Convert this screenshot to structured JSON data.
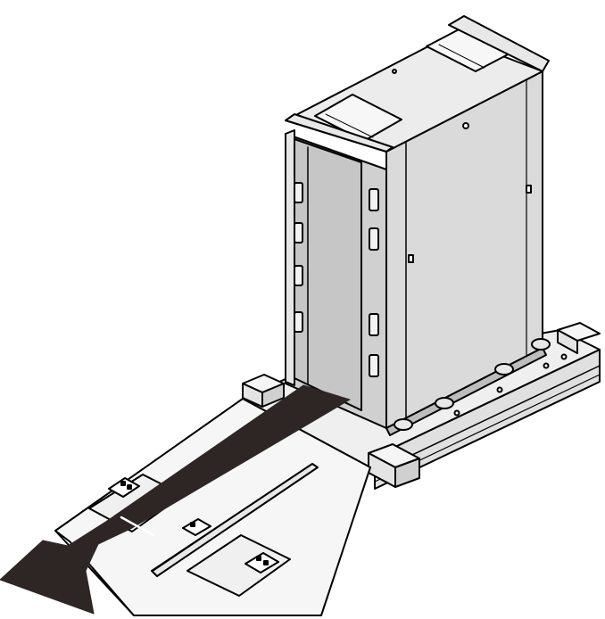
{
  "figure": {
    "subject": "rack-cabinet-on-shipping-pallet",
    "action": "roll-cabinet-down-ramp",
    "arrow_direction": "lower-left",
    "colors": {
      "outline": "#000000",
      "panel_light": "#e6e6e6",
      "panel_mid": "#cfcfcf",
      "panel_dark": "#bdbdbd",
      "pallet": "#efefef",
      "ramp": "#f6f6f6",
      "arrow": "#2e2624"
    }
  }
}
